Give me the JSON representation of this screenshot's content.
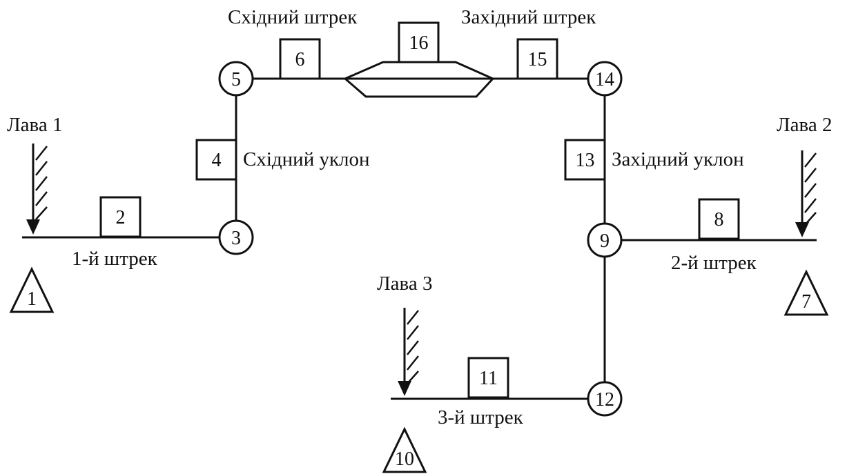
{
  "labels": {
    "lava1": "Лава 1",
    "lava2": "Лава 2",
    "lava3": "Лава 3",
    "shtrek1": "1-й штрек",
    "shtrek2": "2-й штрек",
    "shtrek3": "3-й штрек",
    "east_drift": "Східний штрек",
    "west_drift": "Західний штрек",
    "east_slope": "Східний уклон",
    "west_slope": "Західний уклон"
  },
  "nodes": {
    "n1": "1",
    "n2": "2",
    "n3": "3",
    "n4": "4",
    "n5": "5",
    "n6": "6",
    "n7": "7",
    "n8": "8",
    "n9": "9",
    "n10": "10",
    "n11": "11",
    "n12": "12",
    "n13": "13",
    "n14": "14",
    "n15": "15",
    "n16": "16"
  }
}
